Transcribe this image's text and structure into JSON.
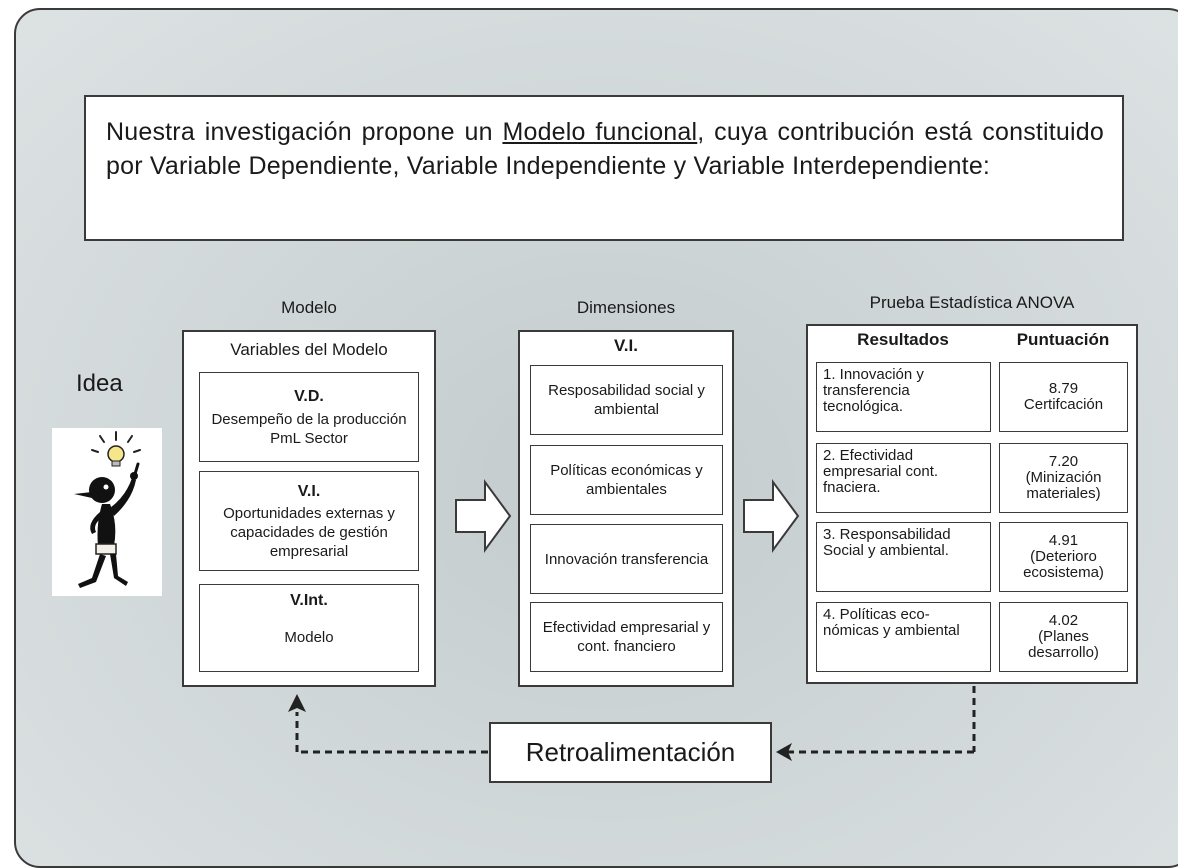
{
  "intro": {
    "pre": "Nuestra investigación propone un ",
    "underlined": "Modelo funcional",
    "post": ", cuya contribución está constituido por Variable Dependiente, Variable Independiente y Variable Interdependiente:"
  },
  "idea_label": "Idea",
  "modelo": {
    "heading": "Modelo",
    "box_title": "Variables del Modelo",
    "items": [
      {
        "code": "V.D.",
        "text": "Desempeño de la producción PmL Sector"
      },
      {
        "code": "V.I.",
        "text": "Oportunidades externas y capacidades de gestión empresarial"
      },
      {
        "code": "V.Int.",
        "text": "Modelo"
      }
    ]
  },
  "dimensiones": {
    "heading": "Dimensiones",
    "box_title": "V.I.",
    "items": [
      "Resposabilidad social y ambiental",
      "Políticas económicas y ambientales",
      "Innovación transferencia",
      "Efectividad empresarial y cont. fnanciero"
    ]
  },
  "anova": {
    "heading": "Prueba Estadística ANOVA",
    "col_results": "Resultados",
    "col_score": "Puntuación",
    "rows": [
      {
        "result": "1. Innovación y transferencia tecnológica.",
        "score": "8.79",
        "note": "Certifcación"
      },
      {
        "result": "2. Efectividad empresarial cont. fnaciera.",
        "score": "7.20",
        "note": "(Minización materiales)"
      },
      {
        "result": "3. Responsabilidad Social y ambiental.",
        "score": "4.91",
        "note": "(Deterioro ecosistema)"
      },
      {
        "result": "4. Políticas eco-nómicas y ambiental",
        "score": "4.02",
        "note": "(Planes desarrollo)"
      }
    ]
  },
  "feedback_label": "Retroalimentación"
}
